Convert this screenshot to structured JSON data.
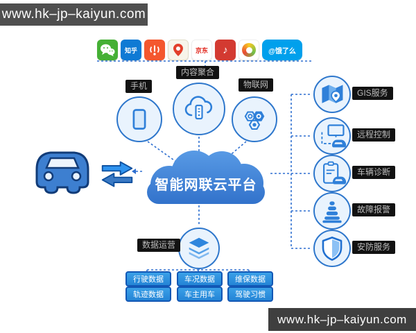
{
  "watermarks": {
    "top": "www.hk–jp–kaiyun.com",
    "bottom": "www.hk–jp–kaiyun.com"
  },
  "app_bar": {
    "icons": [
      {
        "name": "wechat-icon",
        "glyph": "",
        "color": "#45b035"
      },
      {
        "name": "zhihu-icon",
        "glyph": "知乎",
        "color": "#0f7ad4"
      },
      {
        "name": "audio-fm-icon",
        "glyph": "",
        "color": "#f4572e"
      },
      {
        "name": "baidu-map-icon",
        "glyph": "",
        "color": "#f7f4ea"
      },
      {
        "name": "jd-icon",
        "glyph": "京东",
        "color": "#e1251b"
      },
      {
        "name": "netease-music-icon",
        "glyph": "♪",
        "color": "#d33a31"
      },
      {
        "name": "browser-app-icon",
        "glyph": "",
        "color": "#ffffff"
      },
      {
        "name": "eleme-icon",
        "glyph": "@饿了么",
        "color": "#00a0ec"
      }
    ]
  },
  "cloud": {
    "title": "智能网联云平台",
    "color_top": "#5a9ce6",
    "color_bottom": "#2f6fc9"
  },
  "top_nodes": [
    {
      "label": "手机",
      "icon": "smartphone-icon"
    },
    {
      "label": "内容聚合",
      "icon": "cloud-server-icon"
    },
    {
      "label": "物联网",
      "icon": "iot-network-icon"
    }
  ],
  "right_nodes": [
    {
      "label": "GIS服务",
      "icon": "map-pin-icon"
    },
    {
      "label": "远程控制",
      "icon": "remote-monitor-car-icon"
    },
    {
      "label": "车辆诊断",
      "icon": "clipboard-car-icon"
    },
    {
      "label": "故障报警",
      "icon": "traffic-cone-icon"
    },
    {
      "label": "安防服务",
      "icon": "shield-icon"
    }
  ],
  "left_node": {
    "icon": "car-icon",
    "arrows": "data-exchange-arrows-icon"
  },
  "bottom_node": {
    "label": "数据运营",
    "icon": "data-layers-icon"
  },
  "data_boxes": {
    "row1": [
      "行驶数据",
      "车况数据",
      "维保数据"
    ],
    "row2": [
      "轨迹数据",
      "车主用车",
      "驾驶习惯"
    ]
  },
  "colors": {
    "connector_line": "#2e6fd0",
    "circle_border": "#2e77cc",
    "circle_fill": "#e9f3fd",
    "icon_blue": "#2f80d9",
    "box_fill": "#2f97e0",
    "box_border": "#1257b5",
    "badge_bg": "#121212",
    "badge_text": "#bcbcbc",
    "watermark_bg": "#4f4f4f"
  }
}
